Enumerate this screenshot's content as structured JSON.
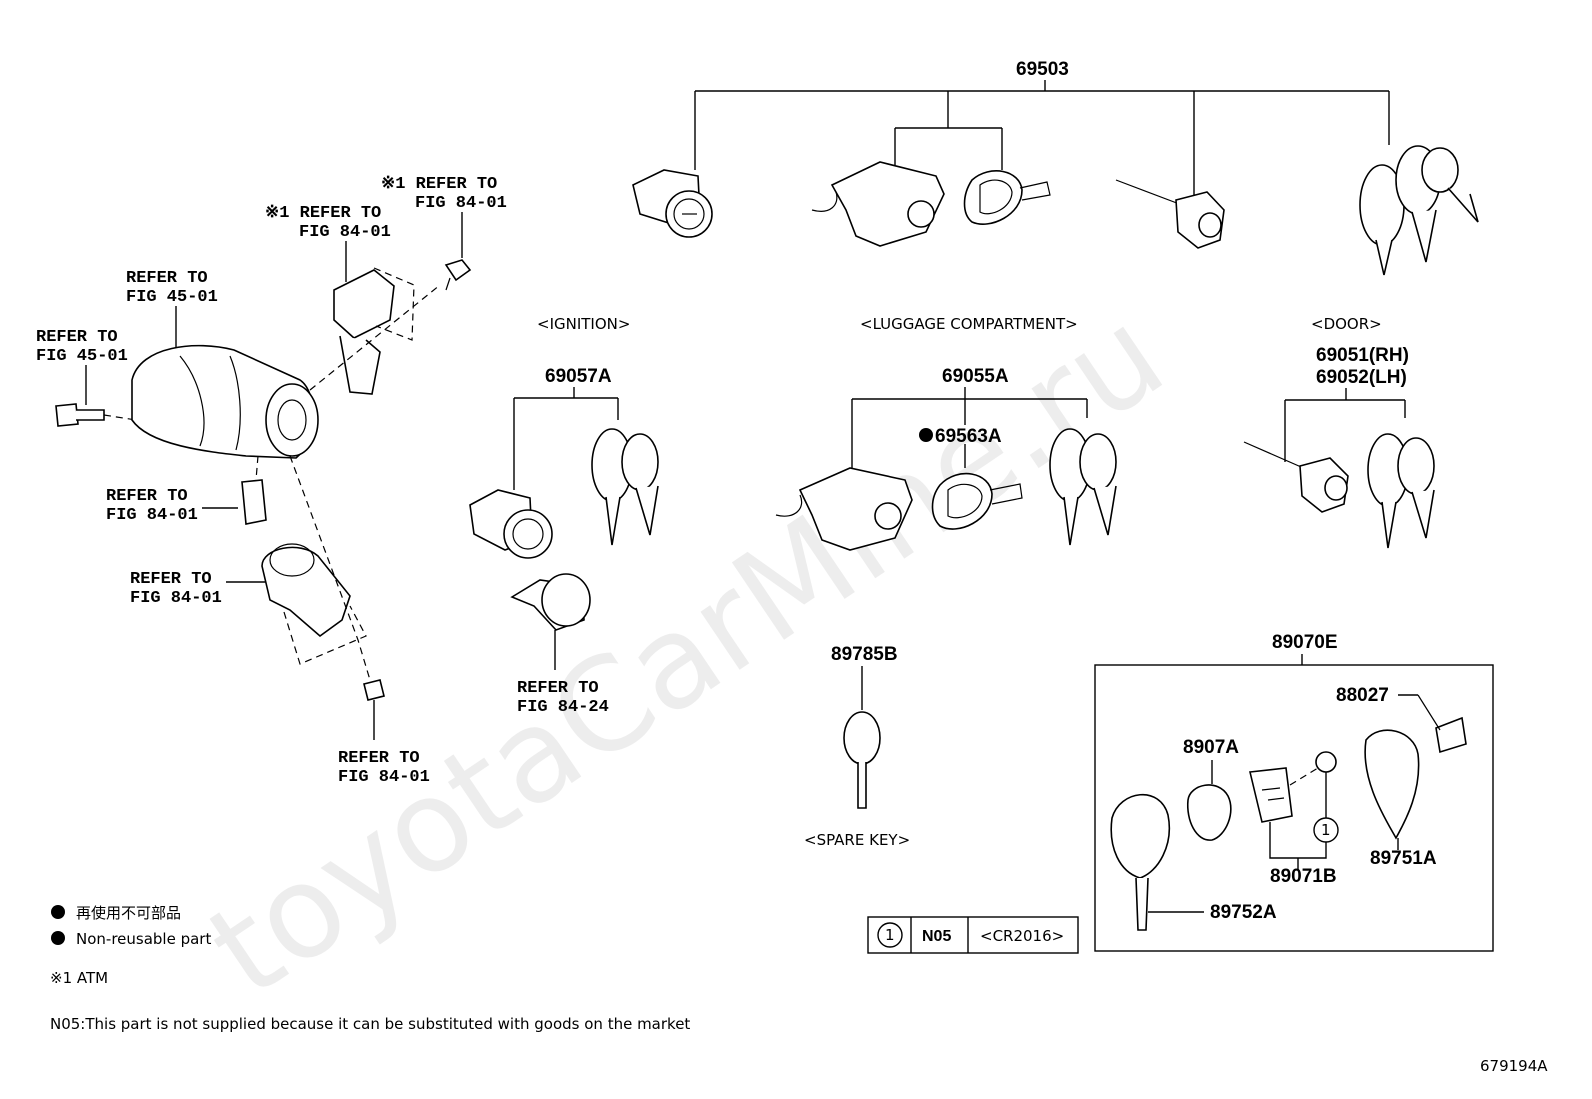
{
  "watermark": "toyotaCarMine.ru",
  "groups": {
    "ignition": "<IGNITION>",
    "luggage": "<LUGGAGE COMPARTMENT>",
    "door": "<DOOR>",
    "spare_key": "<SPARE KEY>"
  },
  "part_numbers": {
    "p69503": "69503",
    "p69057A": "69057A",
    "p69055A": "69055A",
    "p69563A": "69563A",
    "p69051": "69051(RH)",
    "p69052": "69052(LH)",
    "p89785B": "89785B",
    "p89070E": "89070E",
    "p88027": "88027",
    "p8907A": "8907A",
    "p89071B": "89071B",
    "p89751A": "89751A",
    "p89752A": "89752A"
  },
  "refer": {
    "r1": {
      "l1": "※1 REFER TO",
      "l2": "FIG 84-01"
    },
    "r2": {
      "l1": "※1 REFER TO",
      "l2": "FIG 84-01"
    },
    "r3": {
      "l1": "REFER TO",
      "l2": "FIG 45-01"
    },
    "r4": {
      "l1": "REFER TO",
      "l2": "FIG 45-01"
    },
    "r5": {
      "l1": "REFER TO",
      "l2": "FIG 84-01"
    },
    "r6": {
      "l1": "REFER TO",
      "l2": "FIG 84-01"
    },
    "r7": {
      "l1": "REFER TO",
      "l2": "FIG 84-01"
    },
    "r8": {
      "l1": "REFER TO",
      "l2": "FIG 84-24"
    }
  },
  "battery_table": {
    "ref": "1",
    "code": "N05",
    "spec": "<CR2016>"
  },
  "legend": {
    "non_reusable_jp": "再使用不可部品",
    "non_reusable_en": "Non-reusable part",
    "atm_note": "※1 ATM",
    "n05_note": "N05:This part is not supplied because it can be substituted with goods on the market"
  },
  "figure_id": "679194A",
  "callout": "1"
}
